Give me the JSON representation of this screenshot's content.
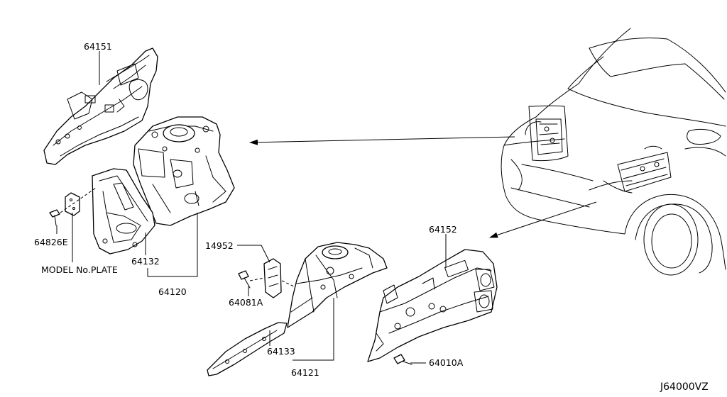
{
  "labels": {
    "p64151": "64151",
    "p64826E": "64826E",
    "model_plate": "MODEL No.PLATE",
    "p64132": "64132",
    "p64120": "64120",
    "p14952": "14952",
    "p64081A": "64081A",
    "p64133": "64133",
    "p64121": "64121",
    "p64152": "64152",
    "p64010A": "64010A"
  },
  "diagram_code": "J64000VZ",
  "colors": {
    "line": "#000000",
    "background": "#ffffff"
  }
}
